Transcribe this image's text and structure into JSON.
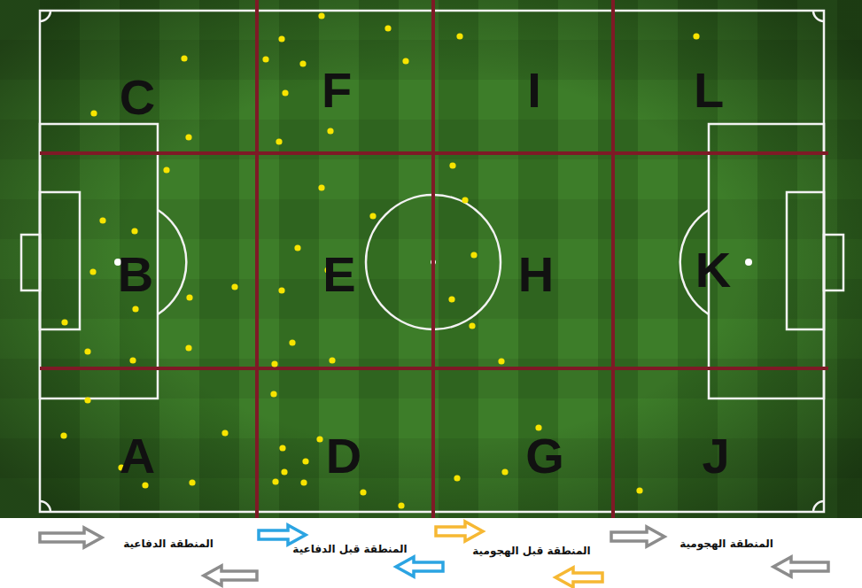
{
  "diagram": {
    "nodes": [
      {
        "text": [
          "C"
        ]
      },
      {
        "text": [
          "F"
        ]
      },
      {
        "text": [
          "I"
        ]
      },
      {
        "text": [
          "L"
        ]
      },
      {
        "text": [
          "B"
        ]
      },
      {
        "text": [
          "E"
        ]
      },
      {
        "text": [
          "H"
        ]
      },
      {
        "text": [
          "K"
        ]
      },
      {
        "text": [
          "A"
        ]
      },
      {
        "text": [
          "D"
        ]
      },
      {
        "text": [
          "G"
        ]
      },
      {
        "text": [
          "J"
        ]
      }
    ],
    "labels": [
      "المنطقة الدفاعية",
      "المنطقة قبل الدفاعية",
      "المنطقة قبل الهجومية",
      "المنطقة الهجومية"
    ]
  }
}
